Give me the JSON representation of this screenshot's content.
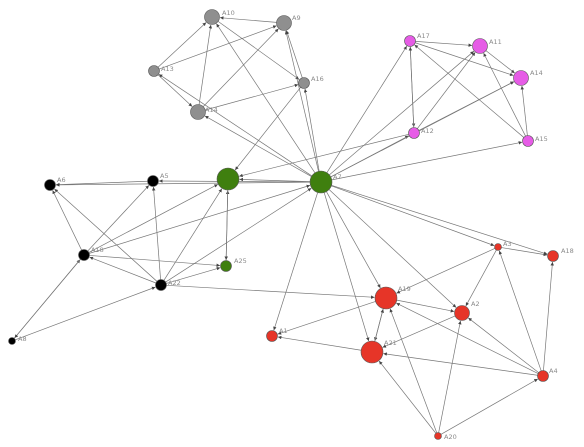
{
  "colors": {
    "gray": "#8f8f8f",
    "magenta": "#e65ce6",
    "black": "#000000",
    "green": "#3f7f0f",
    "red": "#e63528",
    "edge": "#777777"
  },
  "nodes": [
    {
      "id": "A10",
      "label": "A10",
      "group": "gray",
      "size": "medium"
    },
    {
      "id": "A9",
      "label": "A9",
      "group": "gray",
      "size": "medium"
    },
    {
      "id": "A13",
      "label": "A13",
      "group": "gray",
      "size": "small"
    },
    {
      "id": "A16",
      "label": "A16",
      "group": "gray",
      "size": "small"
    },
    {
      "id": "A14g",
      "label": "A14",
      "group": "gray",
      "size": "medium"
    },
    {
      "id": "A17",
      "label": "A17",
      "group": "magenta",
      "size": "small"
    },
    {
      "id": "A11",
      "label": "A11",
      "group": "magenta",
      "size": "medium"
    },
    {
      "id": "A14",
      "label": "A14",
      "group": "magenta",
      "size": "medium"
    },
    {
      "id": "A12",
      "label": "A12",
      "group": "magenta",
      "size": "small"
    },
    {
      "id": "A15",
      "label": "A15",
      "group": "magenta",
      "size": "small"
    },
    {
      "id": "A6",
      "label": "A6",
      "group": "black",
      "size": "small"
    },
    {
      "id": "A5",
      "label": "A5",
      "group": "black",
      "size": "small"
    },
    {
      "id": "A18b",
      "label": "A18",
      "group": "black",
      "size": "small"
    },
    {
      "id": "A22",
      "label": "A22",
      "group": "black",
      "size": "small"
    },
    {
      "id": "A8",
      "label": "A8",
      "group": "black",
      "size": "tiny"
    },
    {
      "id": "G1",
      "label": "",
      "group": "green",
      "size": "large"
    },
    {
      "id": "A7",
      "label": "A7",
      "group": "green",
      "size": "large"
    },
    {
      "id": "A25",
      "label": "A25",
      "group": "green",
      "size": "small"
    },
    {
      "id": "A3",
      "label": "A3",
      "group": "red",
      "size": "tiny"
    },
    {
      "id": "A18",
      "label": "A18",
      "group": "red",
      "size": "small"
    },
    {
      "id": "A19",
      "label": "A19",
      "group": "red",
      "size": "large"
    },
    {
      "id": "A2",
      "label": "A2",
      "group": "red",
      "size": "medium"
    },
    {
      "id": "A1",
      "label": "A1",
      "group": "red",
      "size": "small"
    },
    {
      "id": "A21",
      "label": "A21",
      "group": "red",
      "size": "large"
    },
    {
      "id": "A4",
      "label": "A4",
      "group": "red",
      "size": "small"
    },
    {
      "id": "A20",
      "label": "A20",
      "group": "red",
      "size": "tiny"
    }
  ],
  "edges": [
    [
      "A13",
      "A10"
    ],
    [
      "A13",
      "A9"
    ],
    [
      "A13",
      "A14g"
    ],
    [
      "A14g",
      "A10"
    ],
    [
      "A14g",
      "A9"
    ],
    [
      "A14g",
      "A16"
    ],
    [
      "A16",
      "A9"
    ],
    [
      "A9",
      "A10"
    ],
    [
      "A10",
      "A16"
    ],
    [
      "A7",
      "A10"
    ],
    [
      "A7",
      "A9"
    ],
    [
      "A7",
      "A14g"
    ],
    [
      "A7",
      "A16"
    ],
    [
      "A7",
      "A13"
    ],
    [
      "A16",
      "G1"
    ],
    [
      "A17",
      "A11"
    ],
    [
      "A17",
      "A14"
    ],
    [
      "A17",
      "A12"
    ],
    [
      "A12",
      "A17"
    ],
    [
      "A12",
      "A11"
    ],
    [
      "A12",
      "A14"
    ],
    [
      "A15",
      "A11"
    ],
    [
      "A15",
      "A17"
    ],
    [
      "A15",
      "A14"
    ],
    [
      "A11",
      "A14"
    ],
    [
      "A7",
      "A17"
    ],
    [
      "A7",
      "A12"
    ],
    [
      "A7",
      "A15"
    ],
    [
      "A7",
      "A11"
    ],
    [
      "A7",
      "A14"
    ],
    [
      "A12",
      "G1"
    ],
    [
      "A5",
      "A6"
    ],
    [
      "A18b",
      "A6"
    ],
    [
      "A18b",
      "A5"
    ],
    [
      "A22",
      "A6"
    ],
    [
      "A22",
      "A5"
    ],
    [
      "A22",
      "A18b"
    ],
    [
      "A8",
      "A18b"
    ],
    [
      "A18b",
      "A8"
    ],
    [
      "A8",
      "A22"
    ],
    [
      "A18b",
      "A25"
    ],
    [
      "A22",
      "A25"
    ],
    [
      "A18b",
      "G1"
    ],
    [
      "A22",
      "G1"
    ],
    [
      "A22",
      "A7"
    ],
    [
      "A18b",
      "A7"
    ],
    [
      "A25",
      "G1"
    ],
    [
      "G1",
      "A25"
    ],
    [
      "A7",
      "G1"
    ],
    [
      "A7",
      "A6"
    ],
    [
      "A22",
      "A19"
    ],
    [
      "A7",
      "A5"
    ],
    [
      "A7",
      "A19"
    ],
    [
      "A7",
      "A21"
    ],
    [
      "A7",
      "A2"
    ],
    [
      "A7",
      "A3"
    ],
    [
      "A7",
      "A18"
    ],
    [
      "A7",
      "A1"
    ],
    [
      "A3",
      "A19"
    ],
    [
      "A3",
      "A2"
    ],
    [
      "A3",
      "A18"
    ],
    [
      "A4",
      "A18"
    ],
    [
      "A4",
      "A3"
    ],
    [
      "A4",
      "A2"
    ],
    [
      "A4",
      "A19"
    ],
    [
      "A4",
      "A21"
    ],
    [
      "A19",
      "A21"
    ],
    [
      "A21",
      "A19"
    ],
    [
      "A19",
      "A2"
    ],
    [
      "A19",
      "A1"
    ],
    [
      "A21",
      "A1"
    ],
    [
      "A20",
      "A19"
    ],
    [
      "A20",
      "A21"
    ],
    [
      "A20",
      "A2"
    ],
    [
      "A20",
      "A4"
    ],
    [
      "A2",
      "A21"
    ]
  ]
}
